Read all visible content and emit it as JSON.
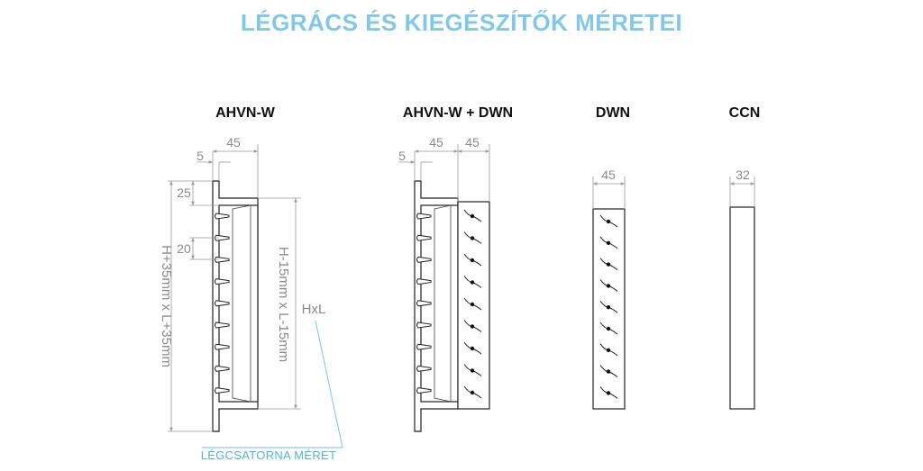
{
  "title": "LÉGRÁCS ÉS KIEGÉSZÍTŐK MÉRETEI",
  "products": {
    "ahvn_w": {
      "label": "AHVN-W",
      "dim_width_total": "45",
      "dim_flange": "5",
      "dim_top": "25",
      "dim_blade_pitch": "20",
      "dim_outer": "H+35mm x L+35mm",
      "dim_inner": "H-15mm x L-15mm",
      "dim_hxl": "HxL",
      "note": "LÉGCSATORNA MÉRET"
    },
    "ahvn_w_dwn": {
      "label": "AHVN-W + DWN",
      "dim_flange": "5",
      "dim_grille": "45",
      "dim_damper": "45"
    },
    "dwn": {
      "label": "DWN",
      "dim_width": "45"
    },
    "ccn": {
      "label": "CCN",
      "dim_width": "32"
    }
  },
  "colors": {
    "title": "#7fc8ea",
    "note": "#4fb4e0",
    "dimension": "#8a8a8a",
    "outline": "#222222"
  }
}
